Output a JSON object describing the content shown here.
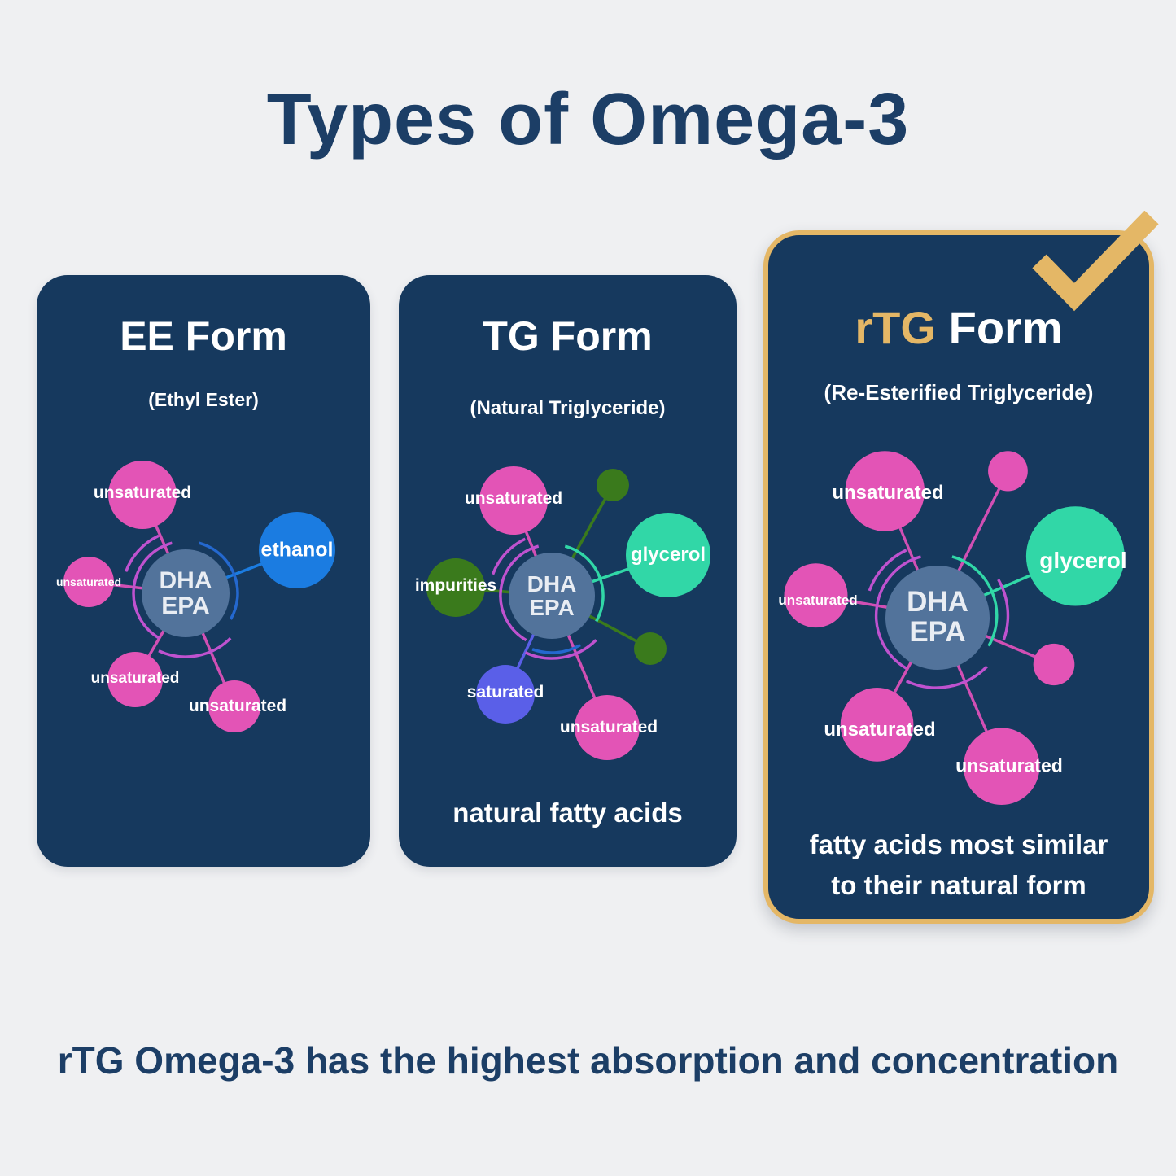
{
  "title": "Types of Omega-3",
  "caption": "rTG Omega-3 has the highest absorption and concentration",
  "icons": {
    "selected_check": "gold-checkmark"
  },
  "colors": {
    "background": "#eff0f2",
    "panel_navy": "#16395e",
    "title_navy": "#1c3e66",
    "pink": "#e354b6",
    "pink_line": "#d14fb4",
    "arc_purple": "#bf52cf",
    "blue": "#1b7ce1",
    "arc_blue": "#2468cf",
    "teal": "#31d7a7",
    "dark_green": "#3a7a1c",
    "violet": "#5a5fe8",
    "slate_center": "#52739b",
    "center_text": "#e9edf3",
    "gold": "#e4b766",
    "white": "#ffffff"
  },
  "panels": {
    "ee": {
      "title": "EE Form",
      "subtitle": "(Ethyl Ester)",
      "center": {
        "line1": "DHA",
        "line2": "EPA"
      },
      "labels": {
        "top": "unsaturated",
        "ethanol": "ethanol",
        "left": "unsaturated",
        "bottom_left": "unsaturated",
        "bottom_right": "unsaturated"
      }
    },
    "tg": {
      "title": "TG Form",
      "subtitle": "(Natural Triglyceride)",
      "center": {
        "line1": "DHA",
        "line2": "EPA"
      },
      "labels": {
        "top": "unsaturated",
        "glycerol": "glycerol",
        "impurities": "impurities",
        "saturated": "saturated",
        "bottom": "unsaturated"
      },
      "note": "natural fatty acids"
    },
    "rtg": {
      "title_accent": "rTG",
      "title_rest": "Form",
      "subtitle": "(Re-Esterified Triglyceride)",
      "center": {
        "line1": "DHA",
        "line2": "EPA"
      },
      "labels": {
        "top": "unsaturated",
        "glycerol": "glycerol",
        "left": "unsaturated",
        "bottom_left": "unsaturated",
        "bottom_right": "unsaturated"
      },
      "note_line1": "fatty acids most similar",
      "note_line2": "to their natural form"
    }
  }
}
